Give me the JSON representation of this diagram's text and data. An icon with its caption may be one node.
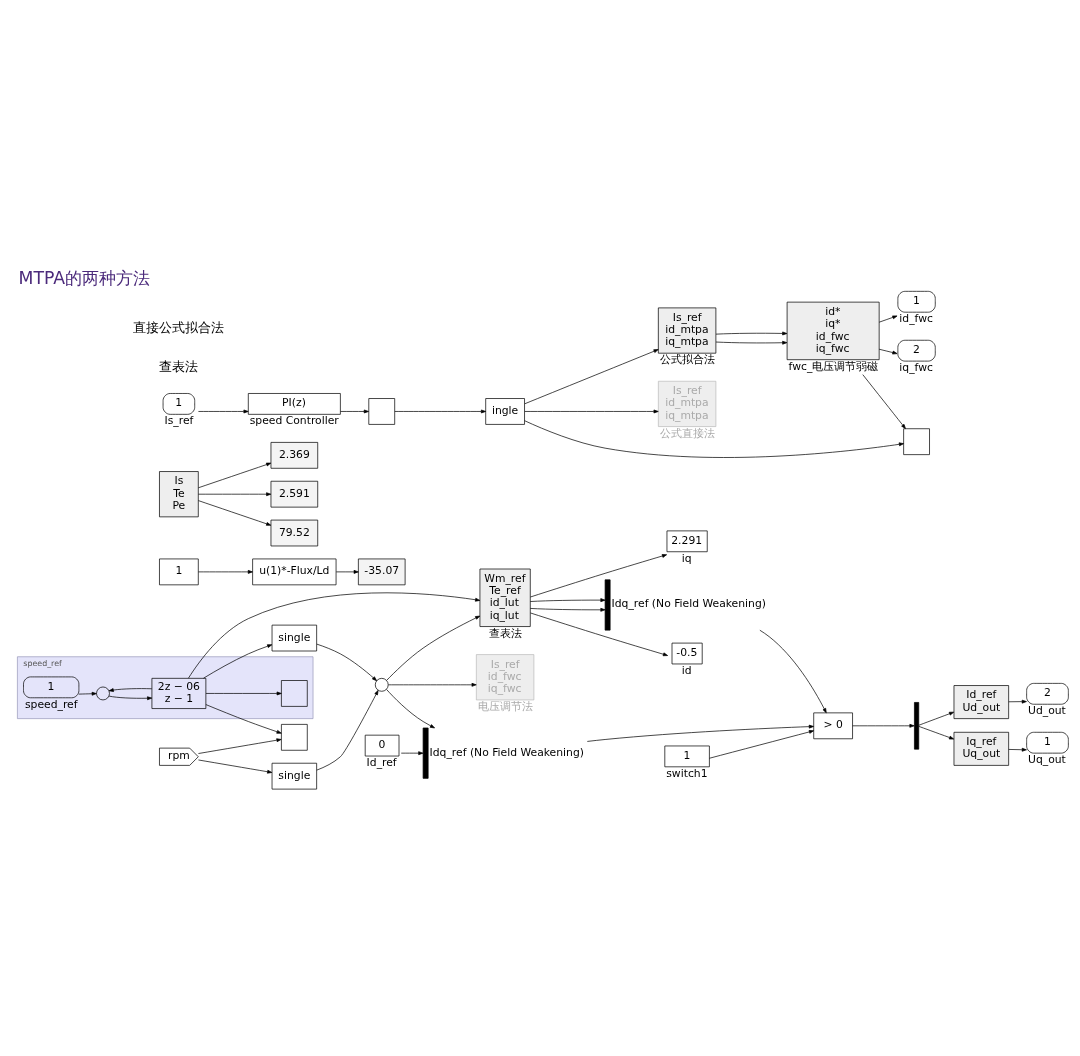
{
  "diagram": {
    "title": "MTPA的两种方法",
    "nodes": [
      {
        "text": [
          "speed_ref"
        ]
      },
      {
        "text": [
          "1"
        ],
        "beside": [
          "speed_ref"
        ],
        "in": 0
      },
      {
        "text": [],
        "shape": "circle",
        "in": 0
      },
      {
        "text": [
          "2z − 06",
          "z − 1"
        ],
        "in": 0
      },
      {
        "text": [],
        "shape": "box",
        "in": 0
      },
      {
        "text": [],
        "shape": "box"
      },
      {
        "text": [
          "single"
        ]
      },
      {
        "text": [],
        "shape": "circle"
      },
      {
        "text": [
          "single"
        ]
      },
      {
        "text": [
          "rpm"
        ]
      },
      {
        "text": [
          "Is_ref",
          "id_fwc",
          "iq_fwc"
        ],
        "beside": [
          "电压调节法"
        ]
      },
      {
        "text": [
          "Wm_ref",
          "Te_ref",
          "id_lut",
          "iq_lut"
        ],
        "beside": [
          "查表法"
        ]
      },
      {
        "text": [
          "-0.5"
        ],
        "beside": [
          "id"
        ]
      },
      {
        "text": [
          "2.291"
        ],
        "beside": [
          "iq"
        ]
      },
      {
        "text": [],
        "shape": "bar",
        "beside": [
          "Idq_ref (No Field Weakening)"
        ]
      },
      {
        "text": [
          "> 0"
        ]
      },
      {
        "text": [
          "1"
        ],
        "beside": [
          "switch1"
        ]
      },
      {
        "text": [
          "0"
        ],
        "beside": [
          "Id_ref"
        ]
      },
      {
        "text": [],
        "shape": "bar",
        "beside": [
          "Idq_ref (No Field Weakening)"
        ]
      },
      {
        "text": [],
        "shape": "bar"
      },
      {
        "text": [
          "Id_ref",
          "Ud_out"
        ]
      },
      {
        "text": [
          "Iq_ref",
          "Uq_out"
        ]
      },
      {
        "text": [
          "2"
        ],
        "beside": [
          "Ud_out"
        ]
      },
      {
        "text": [
          "1"
        ],
        "beside": [
          "Uq_out"
        ]
      },
      {
        "text": [
          "1"
        ]
      },
      {
        "text": [
          "u(1)*-Flux/Ld"
        ]
      },
      {
        "text": [
          "-35.07"
        ]
      },
      {
        "text": [
          "Is",
          "Te",
          "Pe"
        ]
      },
      {
        "text": [
          "2.369"
        ]
      },
      {
        "text": [
          "2.591"
        ]
      },
      {
        "text": [
          "79.52"
        ]
      },
      {
        "text": [
          "1"
        ],
        "beside": [
          "Is_ref"
        ]
      },
      {
        "text": [
          "PI(z)"
        ],
        "beside": [
          "speed Controller"
        ]
      },
      {
        "text": [],
        "shape": "box"
      },
      {
        "text": [
          "ingle"
        ]
      },
      {
        "text": [
          "Is_ref",
          "id_mtpa",
          "iq_mtpa"
        ],
        "beside": [
          "公式拟合法"
        ]
      },
      {
        "text": [
          "Is_ref",
          "id_mtpa",
          "iq_mtpa"
        ],
        "beside": [
          "公式直接法"
        ]
      },
      {
        "text": [
          "id*",
          "iq*",
          "id_fwc",
          "iq_fwc"
        ],
        "beside": [
          "fwc_电压调节弱磁"
        ]
      },
      {
        "text": [
          "1"
        ],
        "beside": [
          "id_fwc"
        ]
      },
      {
        "text": [
          "2"
        ],
        "beside": [
          "iq_fwc"
        ]
      },
      {
        "text": [],
        "shape": "box"
      }
    ],
    "edges": [
      {
        "from": 1,
        "to": 2,
        "arrow": "to"
      },
      {
        "from": 2,
        "to": 3,
        "arrow": "to"
      },
      {
        "from": 3,
        "to": 2,
        "arrow": "to"
      },
      {
        "from": 3,
        "to": 4,
        "arrow": "to"
      },
      {
        "from": 3,
        "to": 5,
        "arrow": "to"
      },
      {
        "from": 3,
        "to": 6,
        "arrow": "to"
      },
      {
        "from": 6,
        "to": 7,
        "arrow": "to"
      },
      {
        "from": 8,
        "to": 7,
        "arrow": "to"
      },
      {
        "from": 9,
        "to": 8,
        "arrow": "to"
      },
      {
        "from": 9,
        "to": 5,
        "arrow": "to"
      },
      {
        "from": 7,
        "to": 10,
        "arrow": "to"
      },
      {
        "from": 3,
        "to": 11,
        "arrow": "to"
      },
      {
        "from": 7,
        "to": 11,
        "arrow": "to"
      },
      {
        "from": 7,
        "to": 18,
        "arrow": "to"
      },
      {
        "from": 11,
        "to": 12,
        "arrow": "to"
      },
      {
        "from": 11,
        "to": 14,
        "arrow": "to"
      },
      {
        "from": 11,
        "to": 13,
        "arrow": "to"
      },
      {
        "from": 11,
        "to": 14,
        "arrow": "to"
      },
      {
        "from": 14,
        "to": 15,
        "arrow": "to"
      },
      {
        "from": 16,
        "to": 15,
        "arrow": "to"
      },
      {
        "from": 18,
        "to": 15,
        "arrow": "to"
      },
      {
        "from": 17,
        "to": 18,
        "arrow": "to"
      },
      {
        "from": 15,
        "to": 19,
        "arrow": "to"
      },
      {
        "from": 19,
        "to": 20,
        "arrow": "to"
      },
      {
        "from": 19,
        "to": 21,
        "arrow": "to"
      },
      {
        "from": 20,
        "to": 22,
        "arrow": "to"
      },
      {
        "from": 21,
        "to": 23,
        "arrow": "to"
      },
      {
        "from": 24,
        "to": 25,
        "arrow": "to"
      },
      {
        "from": 25,
        "to": 26,
        "arrow": "to"
      },
      {
        "from": 27,
        "to": 28,
        "arrow": "to"
      },
      {
        "from": 27,
        "to": 29,
        "arrow": "to"
      },
      {
        "from": 27,
        "to": 30,
        "arrow": "to"
      },
      {
        "from": 31,
        "to": 32,
        "arrow": "to"
      },
      {
        "from": 32,
        "to": 33,
        "arrow": "to"
      },
      {
        "from": 33,
        "to": 34,
        "arrow": "to"
      },
      {
        "from": 34,
        "to": 35,
        "arrow": "to"
      },
      {
        "from": 34,
        "to": 36,
        "arrow": "to"
      },
      {
        "from": 34,
        "to": 40,
        "arrow": "to"
      },
      {
        "from": 35,
        "to": 37,
        "arrow": "to"
      },
      {
        "from": 35,
        "to": 37,
        "arrow": "to"
      },
      {
        "from": 37,
        "to": 38,
        "arrow": "to"
      },
      {
        "from": 37,
        "to": 39,
        "arrow": "to"
      },
      {
        "from": 37,
        "to": 40,
        "arrow": "to"
      }
    ],
    "labels": [
      "查表法",
      "直接公式拟合法"
    ]
  }
}
